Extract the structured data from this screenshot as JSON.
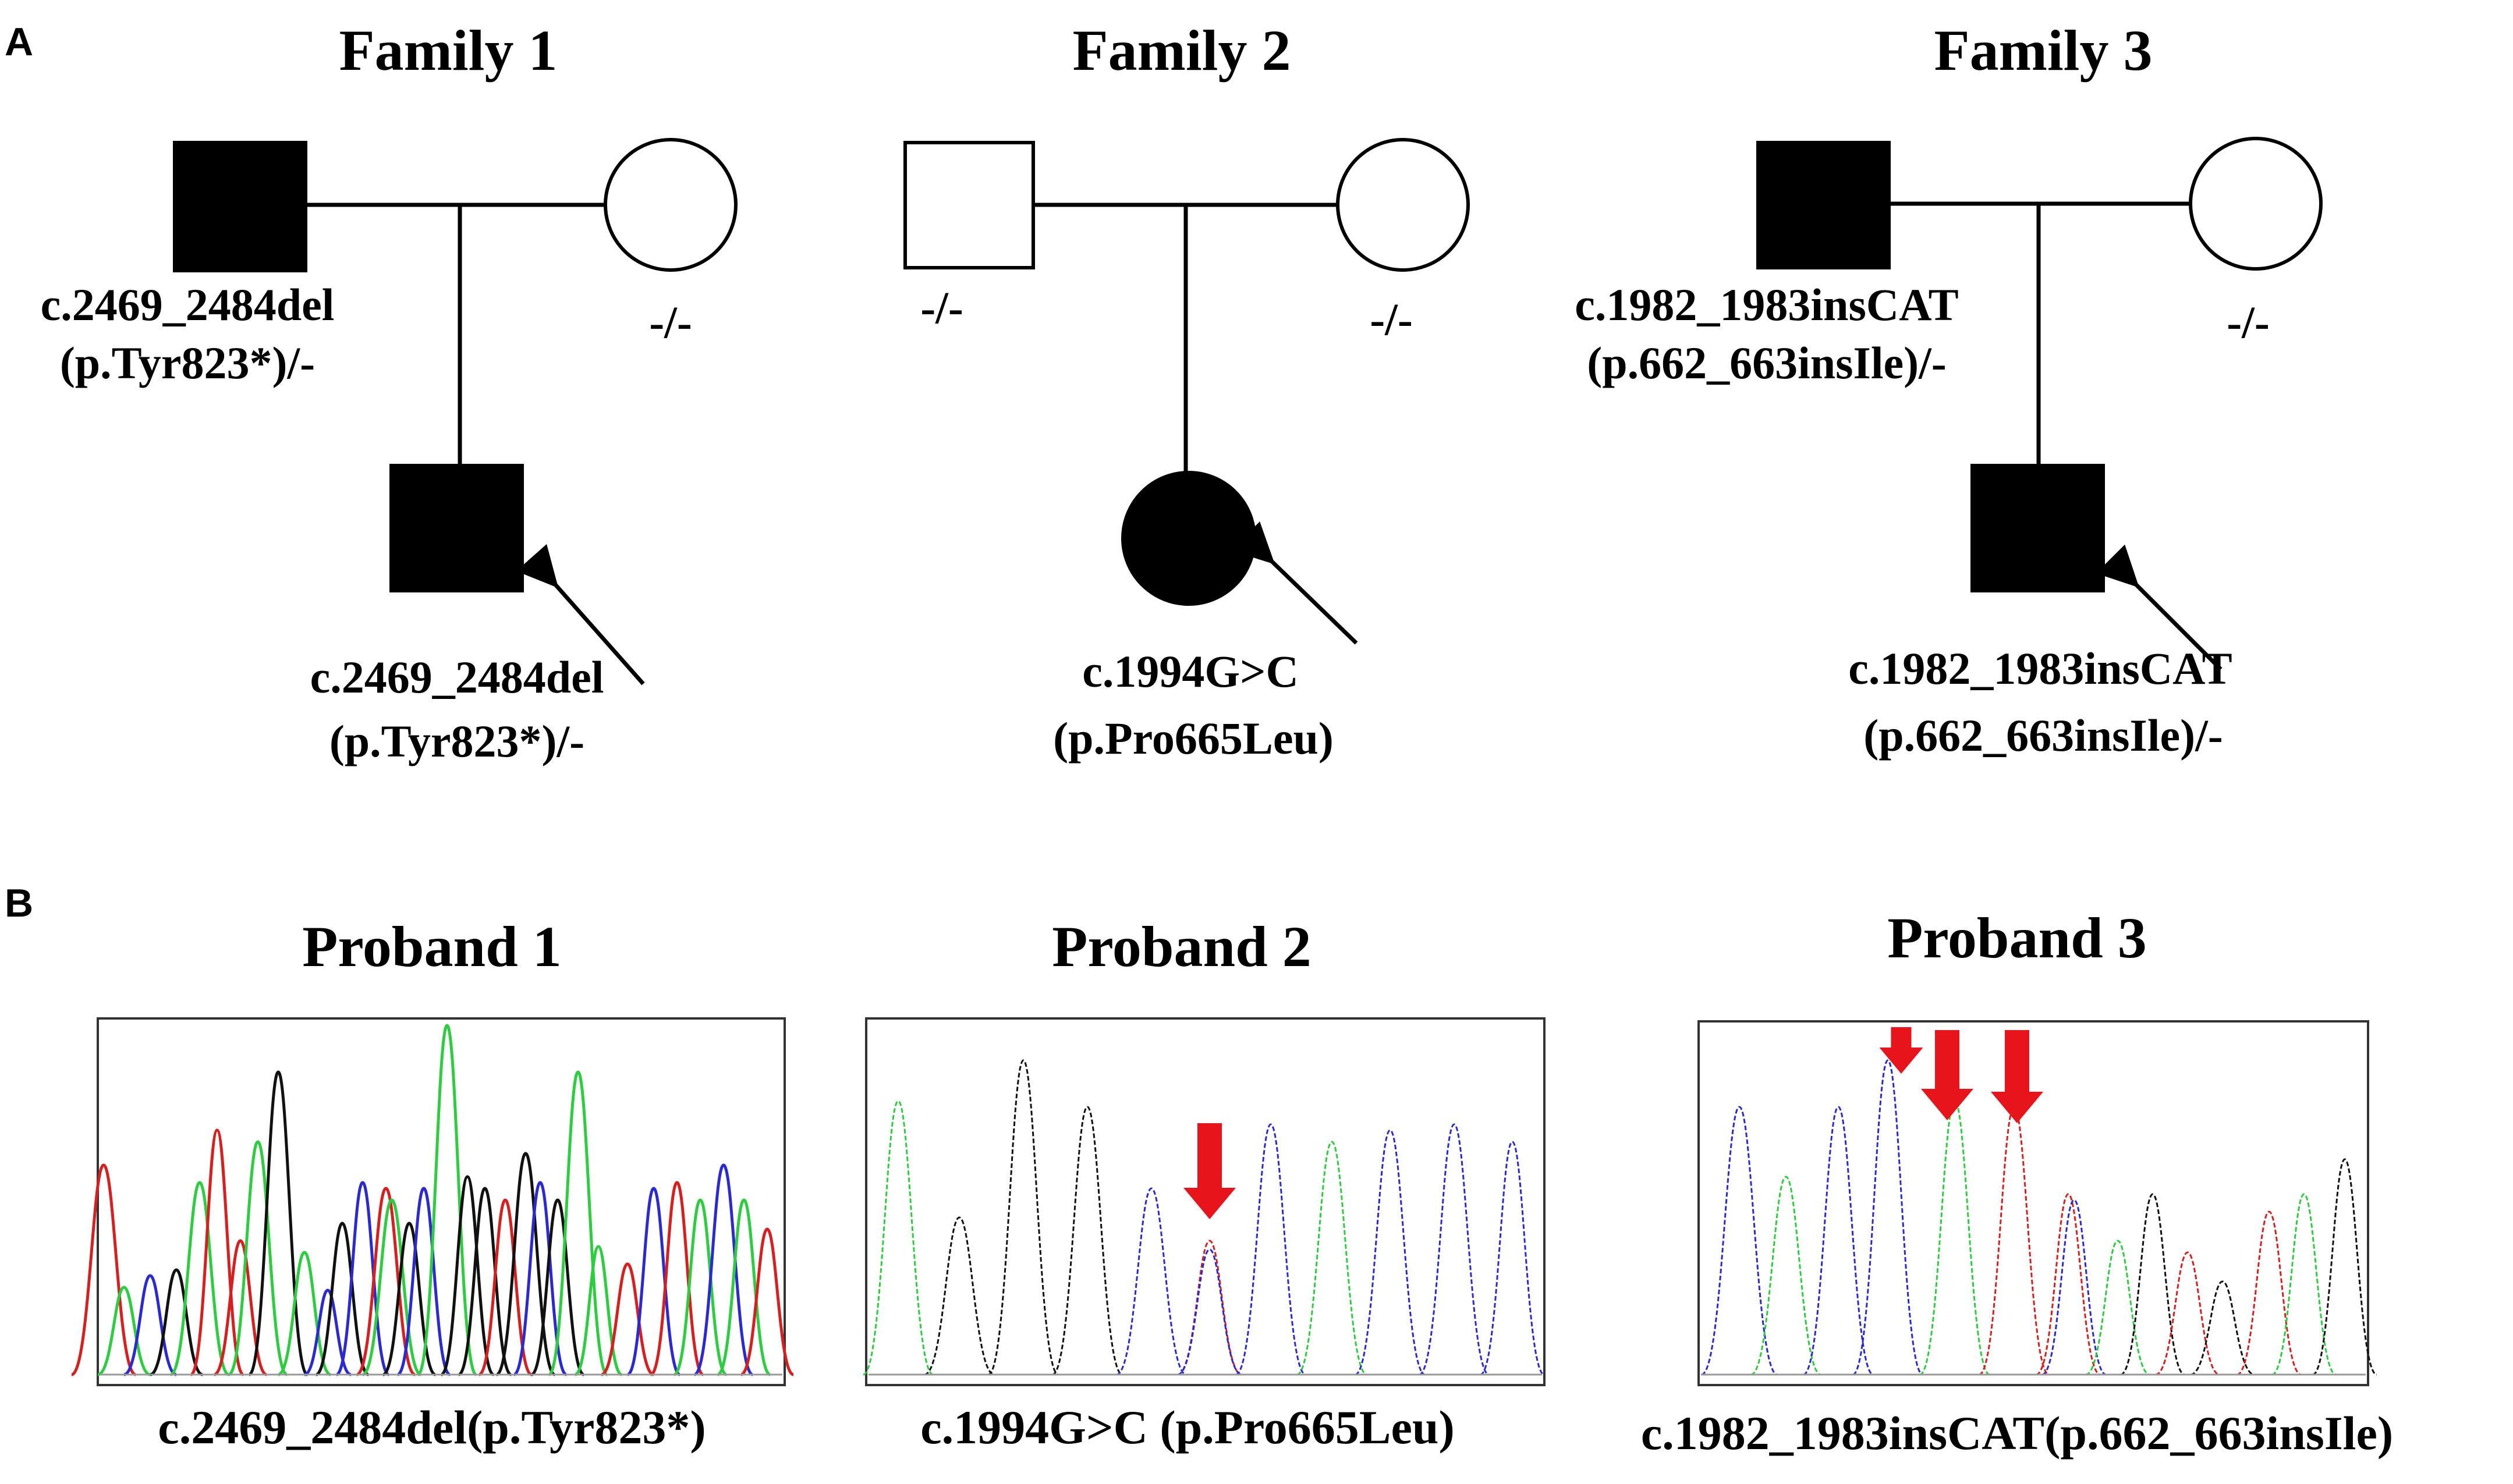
{
  "panel_a": {
    "letter": "A",
    "families": [
      {
        "title": "Family 1",
        "father": {
          "affected": true,
          "genotype": [
            "c.2469_2484del",
            "(p.Tyr823*)/-"
          ]
        },
        "mother": {
          "affected": false,
          "genotype": [
            "-/-"
          ]
        },
        "proband": {
          "sex": "male",
          "affected": true,
          "genotype": [
            "c.2469_2484del",
            "(p.Tyr823*)/-"
          ]
        }
      },
      {
        "title": "Family 2",
        "father": {
          "affected": false,
          "genotype": [
            "-/-"
          ]
        },
        "mother": {
          "affected": false,
          "genotype": [
            "-/-"
          ]
        },
        "proband": {
          "sex": "female",
          "affected": true,
          "genotype": [
            "c.1994G>C",
            "(p.Pro665Leu)"
          ]
        }
      },
      {
        "title": "Family 3",
        "father": {
          "affected": true,
          "genotype": [
            "c.1982_1983insCAT",
            "(p.662_663insIle)/-"
          ]
        },
        "mother": {
          "affected": false,
          "genotype": [
            "-/-"
          ]
        },
        "proband": {
          "sex": "male",
          "affected": true,
          "genotype": [
            "c.1982_1983insCAT",
            "(p.662_663insIle)/-"
          ]
        }
      }
    ]
  },
  "panel_b": {
    "letter": "B",
    "probands": [
      {
        "title": "Proband 1",
        "caption": "c.2469_2484del(p.Tyr823*)",
        "arrows": 0
      },
      {
        "title": "Proband 2",
        "caption": "c.1994G>C (p.Pro665Leu)",
        "arrows": 1
      },
      {
        "title": "Proband 3",
        "caption": "c.1982_1983insCAT(p.662_663insIle)",
        "arrows": 3
      }
    ]
  },
  "colors": {
    "ink": "#000000",
    "trace_green": "#2ecc40",
    "trace_black": "#111111",
    "trace_red": "#d62020",
    "trace_blue": "#2a2ad0",
    "mutation_arrow": "#e8141b"
  }
}
